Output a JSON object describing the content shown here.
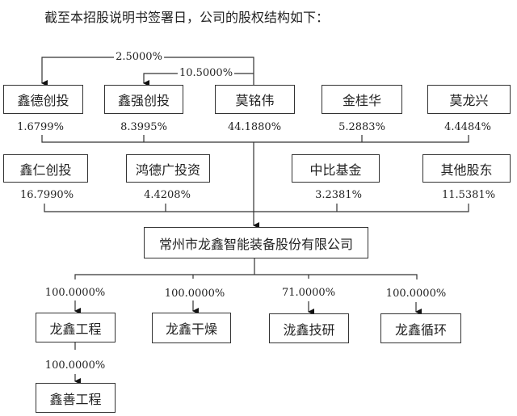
{
  "title": "截至本招股说明书签署日，公司的股权结构如下：",
  "cross_holdings": [
    {
      "from": "莫铭伟",
      "to": "鑫德创投",
      "pct": "2.5000%"
    },
    {
      "from": "莫铭伟",
      "to": "鑫强创投",
      "pct": "10.5000%"
    }
  ],
  "shareholders_row1": [
    {
      "name": "鑫德创投",
      "pct": "1.6799%"
    },
    {
      "name": "鑫强创投",
      "pct": "8.3995%"
    },
    {
      "name": "莫铭伟",
      "pct": "44.1880%"
    },
    {
      "name": "金桂华",
      "pct": "5.2883%"
    },
    {
      "name": "莫龙兴",
      "pct": "4.4484%"
    }
  ],
  "shareholders_row2": [
    {
      "name": "鑫仁创投",
      "pct": "16.7990%"
    },
    {
      "name": "鸿德广投资",
      "pct": "4.4208%"
    },
    {
      "name": "中比基金",
      "pct": "3.2381%"
    },
    {
      "name": "其他股东",
      "pct": "11.5381%"
    }
  ],
  "company": "常州市龙鑫智能装备股份有限公司",
  "subsidiaries": [
    {
      "name": "龙鑫工程",
      "pct": "100.0000%"
    },
    {
      "name": "龙鑫干燥",
      "pct": "100.0000%"
    },
    {
      "name": "泷鑫技研",
      "pct": "71.0000%"
    },
    {
      "name": "龙鑫循环",
      "pct": "100.0000%"
    }
  ],
  "sub_subsidiary": {
    "name": "鑫善工程",
    "pct": "100.0000%"
  }
}
